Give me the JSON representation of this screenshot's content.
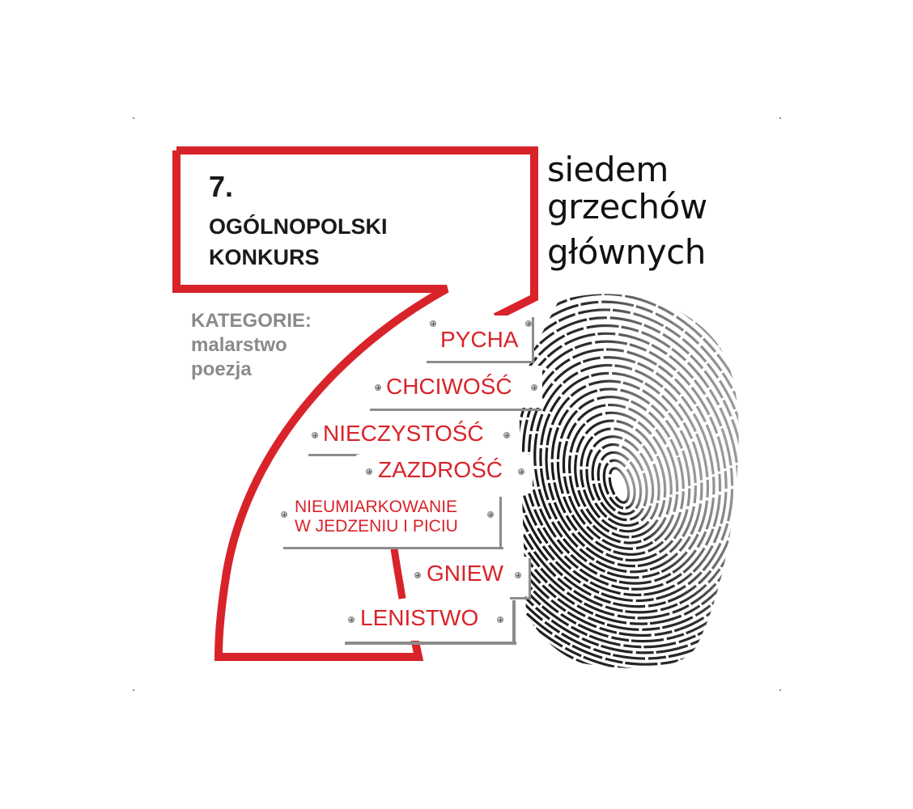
{
  "poster": {
    "title": {
      "number": "7.",
      "line1": "OGÓLNOPOLSKI",
      "line2": "KONKURS"
    },
    "subtitle": [
      "siedem",
      "grzechów",
      "głównych"
    ],
    "categories": {
      "heading": "KATEGORIE:",
      "items": [
        "malarstwo",
        "poezja"
      ]
    },
    "sins": [
      {
        "label": "PYCHA"
      },
      {
        "label": "CHCIWOŚĆ"
      },
      {
        "label": "NIECZYSTOŚĆ"
      },
      {
        "label": "ZAZDROŚĆ"
      },
      {
        "label_line1": "NIEUMIARKOWANIE",
        "label_line2": "W JEDZENIU I PICIU"
      },
      {
        "label": "GNIEW"
      },
      {
        "label": "LENISTWO"
      }
    ],
    "icons": {
      "fingerprint": "fingerprint-icon",
      "screw": "screw-icon",
      "seven_outline": "seven-outline-icon"
    },
    "colors": {
      "accent_red": "#d9232a",
      "title_dark": "#1a1a1a",
      "category_gray": "#8a8a8a",
      "plate_shadow": "#8c8c8c"
    }
  }
}
